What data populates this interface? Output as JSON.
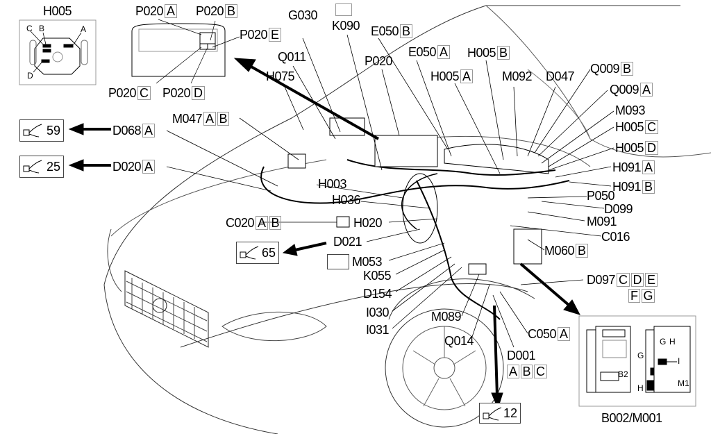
{
  "inset_h005": {
    "title": "H005",
    "pins": [
      "A",
      "B",
      "C",
      "D"
    ]
  },
  "inset_p020": {
    "labels": [
      {
        "code": "P020",
        "letter": "A"
      },
      {
        "code": "P020",
        "letter": "B"
      },
      {
        "code": "P020",
        "letter": "E"
      },
      {
        "code": "P020",
        "letter": "C"
      },
      {
        "code": "P020",
        "letter": "D"
      }
    ]
  },
  "inset_b002": {
    "title": "B002/M001",
    "marks": [
      "B2",
      "M1",
      "G",
      "H",
      "I",
      "G",
      "H"
    ]
  },
  "refs": [
    "59",
    "25",
    "65",
    "12"
  ],
  "labels": {
    "g030": {
      "code": "G030"
    },
    "k090": {
      "code": "K090"
    },
    "e050b": {
      "code": "E050",
      "l": [
        "B"
      ]
    },
    "q011": {
      "code": "Q011"
    },
    "e050a": {
      "code": "E050",
      "l": [
        "A"
      ]
    },
    "p020": {
      "code": "P020"
    },
    "h005b": {
      "code": "H005",
      "l": [
        "B"
      ]
    },
    "h005a": {
      "code": "H005",
      "l": [
        "A"
      ]
    },
    "m092": {
      "code": "M092"
    },
    "d047": {
      "code": "D047"
    },
    "q009b": {
      "code": "Q009",
      "l": [
        "B"
      ]
    },
    "q009a": {
      "code": "Q009",
      "l": [
        "A"
      ]
    },
    "m093": {
      "code": "M093"
    },
    "h005c": {
      "code": "H005",
      "l": [
        "C"
      ]
    },
    "h005d": {
      "code": "H005",
      "l": [
        "D"
      ]
    },
    "h091a": {
      "code": "H091",
      "l": [
        "A"
      ]
    },
    "h091b": {
      "code": "H091",
      "l": [
        "B"
      ]
    },
    "p050": {
      "code": "P050"
    },
    "d099": {
      "code": "D099"
    },
    "m091": {
      "code": "M091"
    },
    "c016": {
      "code": "C016"
    },
    "m060b": {
      "code": "M060",
      "l": [
        "B"
      ]
    },
    "h075": {
      "code": "H075"
    },
    "m047": {
      "code": "M047",
      "l": [
        "A",
        "B"
      ]
    },
    "d068a": {
      "code": "D068",
      "l": [
        "A"
      ]
    },
    "d020a": {
      "code": "D020",
      "l": [
        "A"
      ]
    },
    "h003": {
      "code": "H003"
    },
    "h036": {
      "code": "H036"
    },
    "c020": {
      "code": "C020",
      "l": [
        "A",
        "B"
      ]
    },
    "h020": {
      "code": "H020"
    },
    "d021": {
      "code": "D021"
    },
    "m053": {
      "code": "M053"
    },
    "k055": {
      "code": "K055"
    },
    "d154": {
      "code": "D154"
    },
    "i030": {
      "code": "I030"
    },
    "i031": {
      "code": "I031"
    },
    "m089": {
      "code": "M089"
    },
    "q014": {
      "code": "Q014"
    },
    "c050a": {
      "code": "C050",
      "l": [
        "A"
      ]
    },
    "d001": {
      "code": "D001"
    },
    "d001l": {
      "code": "",
      "l": [
        "A",
        "B",
        "C"
      ]
    },
    "d097": {
      "code": "D097",
      "l": [
        "C",
        "D",
        "E"
      ]
    },
    "d097b": {
      "code": "",
      "l": [
        "F",
        "G"
      ]
    }
  }
}
